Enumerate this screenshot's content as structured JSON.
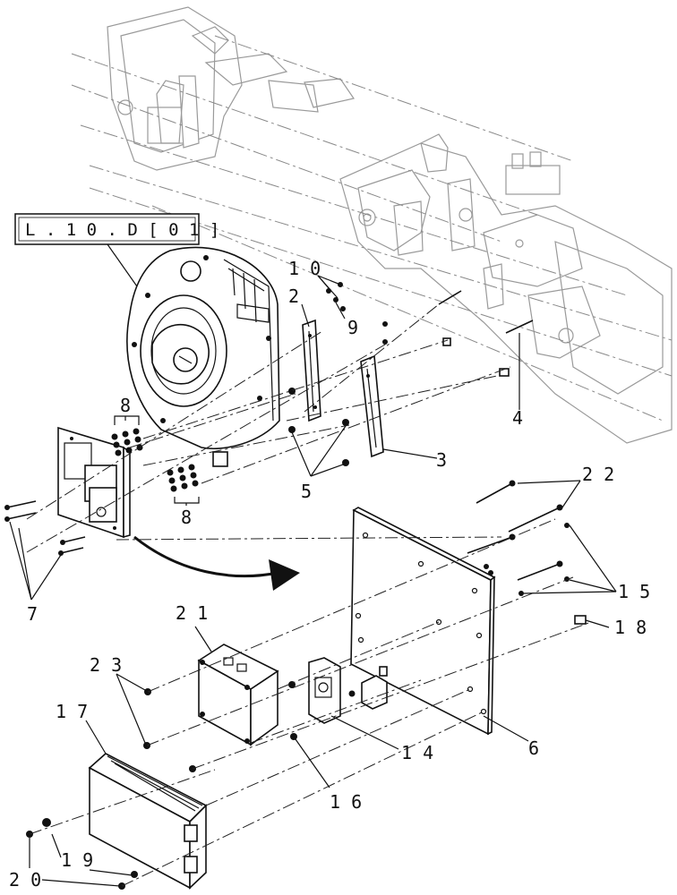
{
  "diagram": {
    "reference_label": "L . 1 0 . D [ 0 1 ]",
    "callouts": [
      {
        "id": "c2",
        "text": "2"
      },
      {
        "id": "c3",
        "text": "3"
      },
      {
        "id": "c4",
        "text": "4"
      },
      {
        "id": "c5",
        "text": "5"
      },
      {
        "id": "c6",
        "text": "6"
      },
      {
        "id": "c7",
        "text": "7"
      },
      {
        "id": "c8a",
        "text": "8"
      },
      {
        "id": "c8b",
        "text": "8"
      },
      {
        "id": "c9",
        "text": "9"
      },
      {
        "id": "c10",
        "text": "1 0"
      },
      {
        "id": "c14",
        "text": "1 4"
      },
      {
        "id": "c15",
        "text": "1 5"
      },
      {
        "id": "c16",
        "text": "1 6"
      },
      {
        "id": "c17",
        "text": "1 7"
      },
      {
        "id": "c18",
        "text": "1 8"
      },
      {
        "id": "c19",
        "text": "1 9"
      },
      {
        "id": "c20",
        "text": "2 0"
      },
      {
        "id": "c21",
        "text": "2 1"
      },
      {
        "id": "c22",
        "text": "2 2"
      },
      {
        "id": "c23",
        "text": "2 3"
      }
    ]
  }
}
